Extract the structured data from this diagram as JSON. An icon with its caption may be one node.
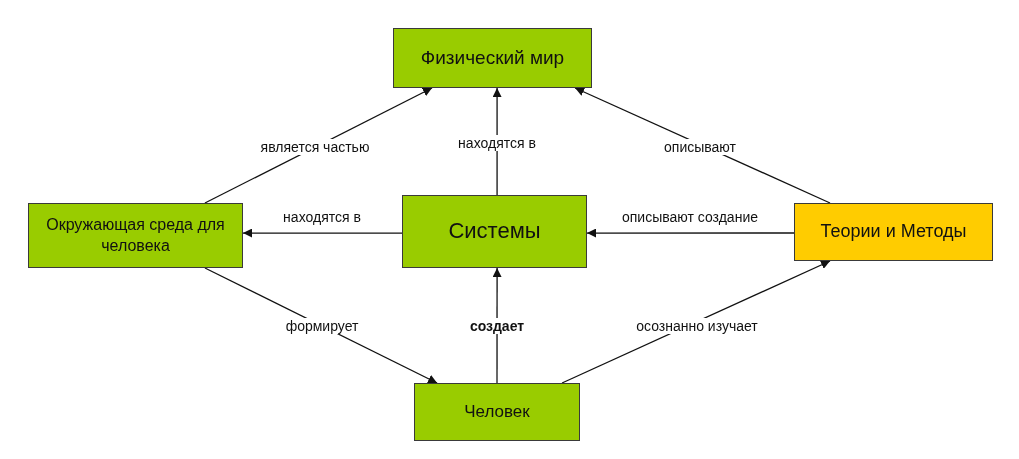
{
  "diagram": {
    "nodes": [
      {
        "text": [
          "Физический мир"
        ]
      },
      {
        "text": [
          "Окружающая среда для человека"
        ]
      },
      {
        "text": [
          "Системы"
        ]
      },
      {
        "text": [
          "Теории и Методы"
        ]
      },
      {
        "text": [
          "Человек"
        ]
      }
    ],
    "edges": [
      {
        "from": 1,
        "to": 0,
        "arrow": "to",
        "label": "является частью"
      },
      {
        "from": 2,
        "to": 0,
        "arrow": "to",
        "label": "находятся в"
      },
      {
        "from": 3,
        "to": 0,
        "arrow": "to",
        "label": "описывают"
      },
      {
        "from": 2,
        "to": 1,
        "arrow": "to",
        "label": "находятся в"
      },
      {
        "from": 3,
        "to": 2,
        "arrow": "to",
        "label": "описывают создание"
      },
      {
        "from": 1,
        "to": 4,
        "arrow": "to",
        "label": "формирует"
      },
      {
        "from": 4,
        "to": 2,
        "arrow": "to",
        "label": "создает"
      },
      {
        "from": 4,
        "to": 3,
        "arrow": "to",
        "label": "осознанно изучает"
      }
    ]
  }
}
